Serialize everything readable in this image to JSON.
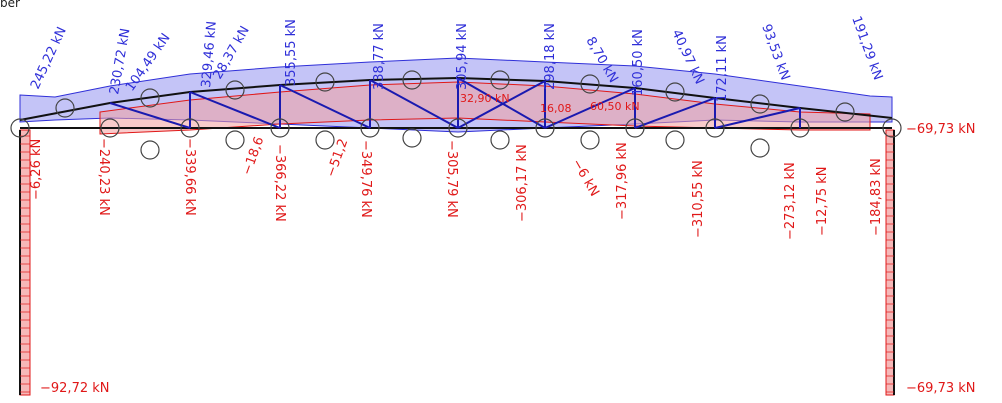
{
  "header_text": "ber",
  "colors": {
    "compression": "#2f2fd8",
    "tension": "#e01818",
    "member": "#111111",
    "node": "#444444"
  },
  "labels": [
    {
      "id": "l1",
      "text": "245,22 kN",
      "color": "blue"
    },
    {
      "id": "l2",
      "text": "230,72 kN",
      "color": "blue"
    },
    {
      "id": "l3",
      "text": "104,49 kN",
      "color": "blue"
    },
    {
      "id": "l4",
      "text": "329,46 kN",
      "color": "blue"
    },
    {
      "id": "l5",
      "text": "28,37 kN",
      "color": "blue"
    },
    {
      "id": "l6",
      "text": "355,55 kN",
      "color": "blue"
    },
    {
      "id": "l7",
      "text": "338,77 kN",
      "color": "blue"
    },
    {
      "id": "l8",
      "text": "305,94 kN",
      "color": "blue"
    },
    {
      "id": "l9",
      "text": "298,18 kN",
      "color": "blue"
    },
    {
      "id": "l10",
      "text": "8,70 kN",
      "color": "blue"
    },
    {
      "id": "l11",
      "text": "160,50 kN",
      "color": "blue"
    },
    {
      "id": "l12",
      "text": "40,97 kN",
      "color": "blue"
    },
    {
      "id": "l13",
      "text": "172,11 kN",
      "color": "blue"
    },
    {
      "id": "l14",
      "text": "93,53 kN",
      "color": "blue"
    },
    {
      "id": "l15",
      "text": "191,29 kN",
      "color": "blue"
    },
    {
      "id": "l16",
      "text": "−69,73 kN",
      "color": "red"
    },
    {
      "id": "l17",
      "text": "−6,26 kN",
      "color": "red"
    },
    {
      "id": "l18",
      "text": "−240,23 kN",
      "color": "red"
    },
    {
      "id": "l19",
      "text": "−339,66 kN",
      "color": "red"
    },
    {
      "id": "l20",
      "text": "−18,6",
      "color": "red"
    },
    {
      "id": "l21",
      "text": "−366,22 kN",
      "color": "red"
    },
    {
      "id": "l22",
      "text": "−51,2",
      "color": "red"
    },
    {
      "id": "l23",
      "text": "−349,76 kN",
      "color": "red"
    },
    {
      "id": "l24",
      "text": "−305,79 kN",
      "color": "red"
    },
    {
      "id": "l25",
      "text": "−306,17 kN",
      "color": "red"
    },
    {
      "id": "l26",
      "text": "−6 kN",
      "color": "red"
    },
    {
      "id": "l27",
      "text": "−317,96 kN",
      "color": "red"
    },
    {
      "id": "l28",
      "text": "−310,55 kN",
      "color": "red"
    },
    {
      "id": "l29",
      "text": "−273,12 kN",
      "color": "red"
    },
    {
      "id": "l30",
      "text": "−12,75 kN",
      "color": "red"
    },
    {
      "id": "l31",
      "text": "−184,83 kN",
      "color": "red"
    },
    {
      "id": "l32",
      "text": "−92,72 kN",
      "color": "red"
    },
    {
      "id": "l33",
      "text": "−69,73 kN",
      "color": "red"
    },
    {
      "id": "l34",
      "text": "60,50 kN",
      "color": "red"
    },
    {
      "id": "l35",
      "text": "32,90 kN",
      "color": "red"
    },
    {
      "id": "l36",
      "text": "16,08",
      "color": "red"
    }
  ]
}
